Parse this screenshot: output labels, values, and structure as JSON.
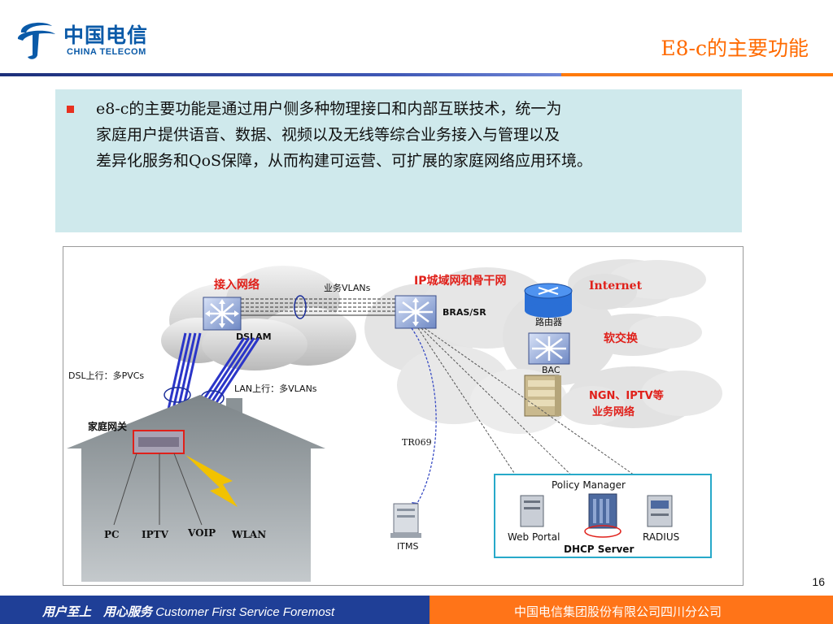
{
  "header": {
    "logo_cn": "中国电信",
    "logo_en": "CHINA TELECOM",
    "slide_title": "E8-c的主要功能"
  },
  "intro": {
    "bullet_line1": "e8-c的主要功能是通过用户侧多种物理接口和内部互联技术，统一为",
    "bullet_line2": "家庭用户提供语音、数据、视频以及无线等综合业务接入与管理以及",
    "bullet_line3": "差异化服务和QoS保障，从而构建可运营、可扩展的家庭网络应用环境。"
  },
  "diagram": {
    "access_network": "接入网络",
    "ip_network": "IP城域网和骨干网",
    "internet": "Internet",
    "softswitch": "软交换",
    "ngn_line1": "NGN、IPTV等",
    "ngn_line2": "业务网络",
    "service_vlans": "业务VLANs",
    "dslam": "DSLAM",
    "bras": "BRAS/SR",
    "router": "路由器",
    "bac": "BAC",
    "dsl_uplink": "DSL上行：多PVCs",
    "lan_uplink": "LAN上行：多VLANs",
    "home_gateway": "家庭网关",
    "tr069": "TR069",
    "itms": "ITMS",
    "pc": "PC",
    "iptv": "IPTV",
    "voip": "VOIP",
    "wlan": "WLAN",
    "policy_manager": "Policy Manager",
    "web_portal": "Web Portal",
    "radius": "RADIUS",
    "dhcp_server": "DHCP Server"
  },
  "page_number": "16",
  "footer": {
    "slogan_cn": "用户至上　用心服务",
    "slogan_en": "Customer First Service Foremost",
    "company": "中国电信集团股份有限公司四川分公司"
  },
  "colors": {
    "accent_orange": "#ff6a00",
    "footer_blue": "#1f3f97",
    "text_box": "#cfe9ec",
    "bullet_red": "#e8311f",
    "label_red": "#e0201a"
  }
}
